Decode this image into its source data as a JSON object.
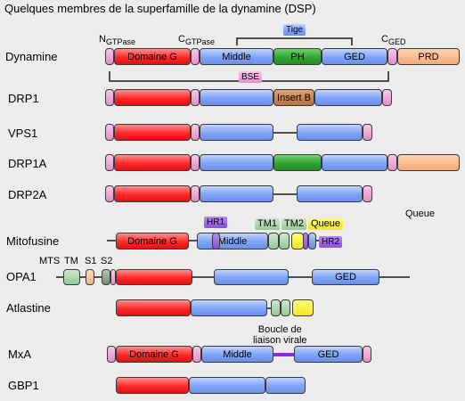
{
  "title": "Quelques membres de la superfamille de la dynamine (DSP)",
  "labels": {
    "n_gtpase_main": "N",
    "n_gtpase_sub": "GTPase",
    "c_gtpase_main": "C",
    "c_gtpase_sub": "GTPase",
    "c_ged_main": "C",
    "c_ged_sub": "GED",
    "tige": "Tige",
    "bse": "BSE",
    "queue_upper": "Queue",
    "boucle": "Boucle de\nliaison virale",
    "hr1": "HR1",
    "hr2": "HR2",
    "tm1": "TM1",
    "tm2": "TM2",
    "queue_pill": "Queue",
    "mts": "MTS",
    "tm": "TM",
    "s1": "S1",
    "s2": "S2"
  },
  "colors": {
    "gtpase": "#ff2a2a",
    "middle": "#7fa3f5",
    "ph": "#2fa02f",
    "ged": "#7fa3f5",
    "prd": "#f8a878",
    "insert_b": "#b8703c",
    "tige_pill": "#7fa3f5",
    "bse_pill": "#e08fc8",
    "hr_pill": "#b58af0",
    "queue_pill": "#f0e820"
  },
  "rows": [
    {
      "name": "Dynamine",
      "domains": [
        "Domaine G",
        "Middle",
        "PH",
        "GED",
        "PRD"
      ]
    },
    {
      "name": "DRP1",
      "domains": [
        "Insert B"
      ]
    },
    {
      "name": "VPS1"
    },
    {
      "name": "DRP1A"
    },
    {
      "name": "DRP2A"
    },
    {
      "name": "Mitofusine",
      "domains": [
        "Domaine G",
        "Middle"
      ]
    },
    {
      "name": "OPA1",
      "domains": [
        "GED"
      ]
    },
    {
      "name": "Atlastine"
    },
    {
      "name": "MxA",
      "domains": [
        "Domaine G",
        "Middle",
        "GED"
      ]
    },
    {
      "name": "GBP1"
    }
  ]
}
